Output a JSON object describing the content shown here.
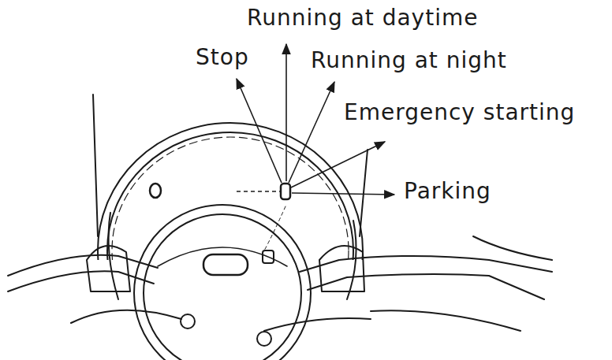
{
  "diagram": {
    "labels": [
      "Running at daytime",
      "Stop",
      "Running at night",
      "Emergency starting",
      "Parking"
    ]
  }
}
